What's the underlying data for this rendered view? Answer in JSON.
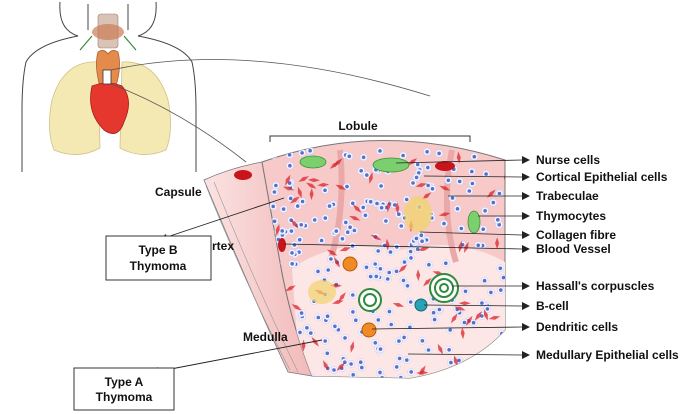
{
  "diagram": {
    "top_label": "Lobule",
    "left_labels": {
      "capsule": "Capsule",
      "cortex": "Cortex",
      "medulla": "Medulla"
    },
    "boxes": {
      "type_b_line1": "Type B",
      "type_b_line2": "Thymoma",
      "type_a_line1": "Type A",
      "type_a_line2": "Thymoma"
    },
    "right_labels": [
      "Nurse cells",
      "Cortical Epithelial cells",
      "Trabeculae",
      "Thymocytes",
      "Collagen fibre",
      "Blood Vessel",
      "Hassall's corpuscles",
      "B-cell",
      "Dendritic cells",
      "Medullary Epithelial cells"
    ],
    "colors": {
      "tissue": "#f7c9c9",
      "medulla": "#fde3e3",
      "vessel": "#d8232a",
      "thymocyte": "#5a6fc9",
      "epithelial": "#7ccf6e",
      "dendritic": "#f08a24",
      "collagen": "#f2d36b",
      "hassall": "#2e8b3d",
      "bcell": "#29a3b8"
    }
  }
}
